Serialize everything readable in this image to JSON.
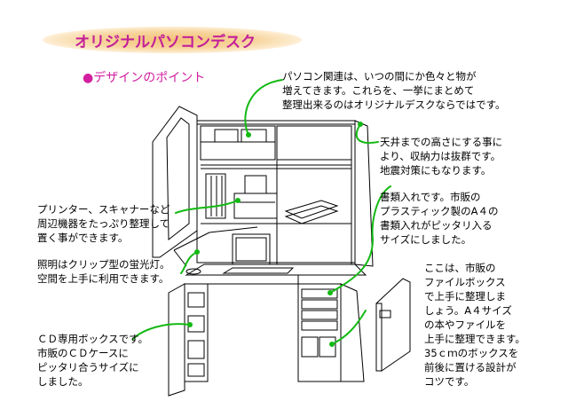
{
  "header": {
    "title": "オリジナルパソコンデスク",
    "section_label": "●デザインのポイント"
  },
  "notes": {
    "top": [
      "パソコン関連は、いつの間にか色々と物が",
      "増えてきます。これらを、一挙にまとめて",
      "整理出来るのはオリジナルデスクならではです。"
    ],
    "ceiling": [
      "天井までの高さにする事に",
      "より、収納力は抜群です。",
      "地震対策にもなります。"
    ],
    "documents": [
      "書類入れです。市販の",
      "プラスティック製のA４の",
      "書類入れがピッタリ入る",
      "サイズにしました。"
    ],
    "printer": [
      "プリンター、スキャナーなど",
      "周辺機器をたっぷり整理して",
      "置く事ができます。"
    ],
    "lighting": [
      "照明はクリップ型の蛍光灯。",
      "空間を上手に利用できます。"
    ],
    "filebox": [
      "ここは、市販の",
      "ファイルボックス",
      "で上手に整理しま",
      "しょう。A４サイズ",
      "の本やファイルを",
      "上手に整理できます。",
      "35ｃｍのボックスを",
      "前後に置ける設計が",
      "コツです。"
    ],
    "cd": [
      "ＣＤ専用ボックスです。",
      "市販のＣＤケースに",
      "ピッタリ合うサイズに",
      "しました。"
    ]
  },
  "colors": {
    "title": "#c21f9a",
    "bullet": "#e8229c",
    "leader": "#13b913"
  }
}
